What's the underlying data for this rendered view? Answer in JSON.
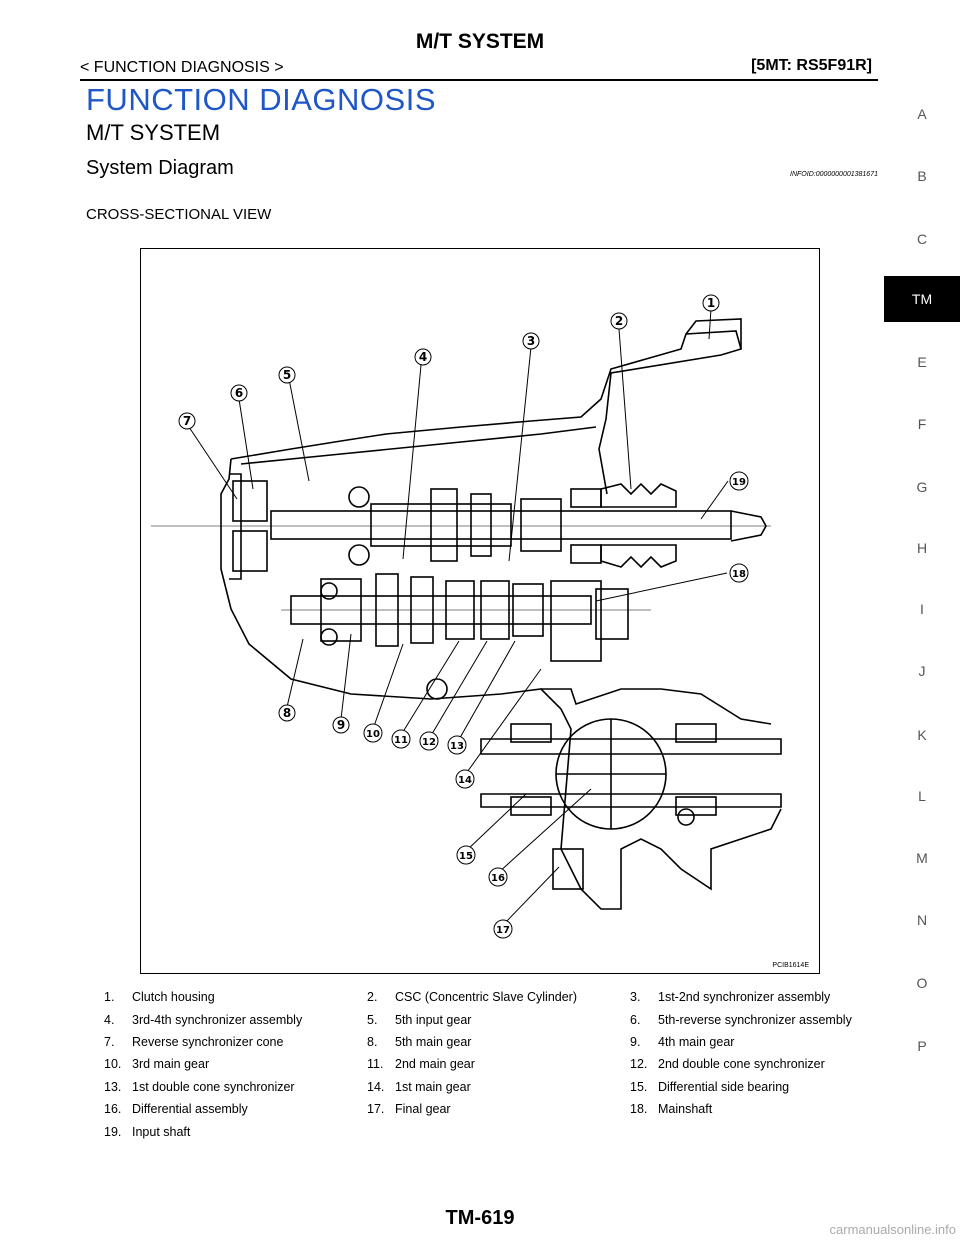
{
  "header": {
    "title": "M/T SYSTEM",
    "breadcrumb": "< FUNCTION DIAGNOSIS >",
    "model": "[5MT: RS5F91R]"
  },
  "section_title": "FUNCTION DIAGNOSIS",
  "subsection_title": "M/T SYSTEM",
  "system_title": "System Diagram",
  "info_id": "INFOID:0000000001381671",
  "view_title": "CROSS-SECTIONAL VIEW",
  "diagram": {
    "image_code": "PCIB1614E",
    "callouts": [
      "1",
      "2",
      "3",
      "4",
      "5",
      "6",
      "7",
      "8",
      "9",
      "10",
      "11",
      "12",
      "13",
      "14",
      "15",
      "16",
      "17",
      "18",
      "19"
    ]
  },
  "legend": [
    [
      "1.",
      "Clutch housing"
    ],
    [
      "2.",
      "CSC (Concentric Slave Cylinder)"
    ],
    [
      "3.",
      "1st-2nd synchronizer assembly"
    ],
    [
      "4.",
      "3rd-4th synchronizer assembly"
    ],
    [
      "5.",
      "5th input gear"
    ],
    [
      "6.",
      "5th-reverse synchronizer assembly"
    ],
    [
      "7.",
      "Reverse synchronizer cone"
    ],
    [
      "8.",
      "5th main gear"
    ],
    [
      "9.",
      "4th main gear"
    ],
    [
      "10.",
      "3rd main gear"
    ],
    [
      "11.",
      "2nd main gear"
    ],
    [
      "12.",
      "2nd double cone synchronizer"
    ],
    [
      "13.",
      "1st double cone synchronizer"
    ],
    [
      "14.",
      "1st main gear"
    ],
    [
      "15.",
      "Differential side bearing"
    ],
    [
      "16.",
      "Differential assembly"
    ],
    [
      "17.",
      "Final gear"
    ],
    [
      "18.",
      "Mainshaft"
    ],
    [
      "19.",
      "Input shaft"
    ]
  ],
  "side_tabs": [
    "A",
    "B",
    "C",
    "TM",
    "E",
    "F",
    "G",
    "H",
    "I",
    "J",
    "K",
    "L",
    "M",
    "N",
    "O",
    "P"
  ],
  "active_tab": "TM",
  "footer": "TM-619",
  "watermark": "carmanualsonline.info"
}
